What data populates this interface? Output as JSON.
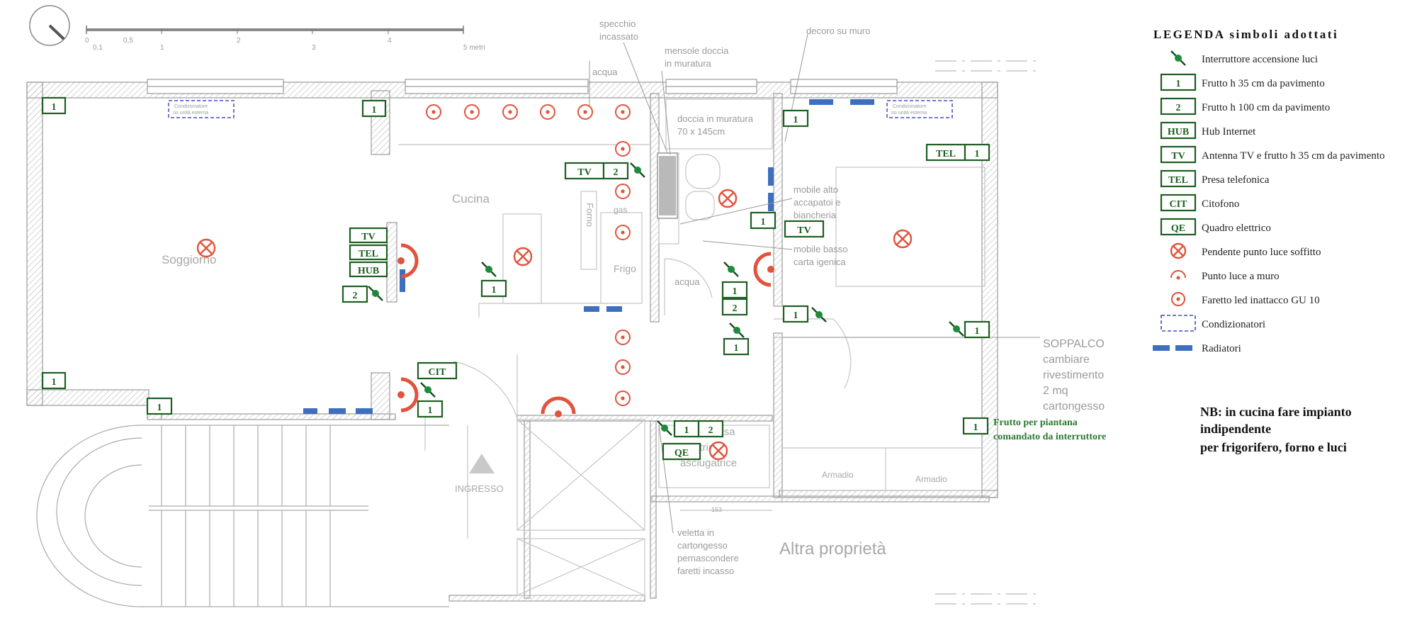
{
  "scale_bar": {
    "ticks": [
      "0",
      "0,1",
      "0,5",
      "1",
      "2",
      "3",
      "4",
      "5 metri"
    ]
  },
  "rooms": {
    "soggiorno": "Soggiorno",
    "cucina": "Cucina",
    "forno": "Forno",
    "frigo": "Frigo",
    "gas": "gas",
    "ingresso": "INGRESSO",
    "altra": "Altra proprietà",
    "armadio_1": "Armadio",
    "armadio_2": "Armadio",
    "disimpegno_1": "disp.sa",
    "disimpegno_2": "lavatrice",
    "disimpegno_3": "asciugatrice",
    "dim_153": "153"
  },
  "notes": {
    "specchio_1": "specchio",
    "specchio_2": "incassato",
    "mensole_1": "mensole doccia",
    "mensole_2": "in muratura",
    "acqua_top": "acqua",
    "acqua_bath": "acqua",
    "decoro": "decoro su muro",
    "doccia_1": "doccia in muratura",
    "doccia_2": "70 x 145cm",
    "mobile_alto_1": "mobile alto",
    "mobile_alto_2": "accapatoi e",
    "mobile_alto_3": "biancheria",
    "mobile_basso_1": "mobile basso",
    "mobile_basso_2": "carta igenica",
    "soppalco_1": "SOPPALCO",
    "soppalco_2": "cambiare",
    "soppalco_3": "rivestimento",
    "soppalco_4": "2 mq",
    "soppalco_5": "cartongesso",
    "veletta_1": "veletta in",
    "veletta_2": "cartongesso",
    "veletta_3": "pernascondere",
    "veletta_4": "faretti incasso",
    "cond_left_1": "Condizionatore",
    "cond_left_2": "no unità esterna",
    "cond_right_1": "Condizionatore",
    "cond_right_2": "no unità esterna",
    "frutto_piantana_1": "Frutto per piantana",
    "frutto_piantana_2": "comandato da interruttore"
  },
  "labels": {
    "soggiorno_1a": "1",
    "soggiorno_1b": "1",
    "soggiorno_1c": "1",
    "soggiorno_1d": "1",
    "tv_1": "TV",
    "tel_1": "TEL",
    "hub_1": "HUB",
    "two_1": "2",
    "cit": "CIT",
    "one_cit": "1",
    "tv_2": "TV",
    "two_2": "2",
    "one_cucina": "1",
    "one_bath_a": "1",
    "two_bath": "2",
    "one_bath_b": "1",
    "one_lav": "1",
    "two_lav": "2",
    "qe": "QE",
    "one_camera_a": "1",
    "one_camera_b": "1",
    "tv_camera": "TV",
    "one_camera_c": "1",
    "tel_camera": "TEL",
    "one_camera_d": "1",
    "one_camera_e": "1",
    "one_piantana": "1"
  },
  "legend": {
    "title": "LEGENDA simboli adottati",
    "items": [
      {
        "symbol": "switch-icon",
        "badge": "",
        "text": "Interruttore accensione luci"
      },
      {
        "symbol": "outlet-box",
        "badge": "1",
        "text": "Frutto h 35 cm da pavimento"
      },
      {
        "symbol": "outlet-box",
        "badge": "2",
        "text": "Frutto h 100 cm da pavimento"
      },
      {
        "symbol": "outlet-box",
        "badge": "HUB",
        "text": "Hub Internet"
      },
      {
        "symbol": "outlet-box",
        "badge": "TV",
        "text": "Antenna TV e frutto h 35 cm da pavimento"
      },
      {
        "symbol": "outlet-box",
        "badge": "TEL",
        "text": "Presa telefonica"
      },
      {
        "symbol": "outlet-box",
        "badge": "CIT",
        "text": "Citofono"
      },
      {
        "symbol": "outlet-box",
        "badge": "QE",
        "text": "Quadro elettrico"
      },
      {
        "symbol": "pendant-light-icon",
        "badge": "",
        "text": "Pendente punto luce soffitto"
      },
      {
        "symbol": "wall-light-icon",
        "badge": "",
        "text": "Punto luce a muro"
      },
      {
        "symbol": "led-spot-icon",
        "badge": "",
        "text": "Faretto led inattacco GU 10"
      },
      {
        "symbol": "ac-dashed-box",
        "badge": "",
        "text": "Condizionatori"
      },
      {
        "symbol": "radiator-bar",
        "badge": "",
        "text": "Radiatori"
      }
    ]
  },
  "nb": {
    "line1": "NB: in cucina fare impianto",
    "line2": "indipendente",
    "line3": "per frigorifero, forno e luci"
  },
  "colors": {
    "wall": "#9b9b9b",
    "line": "#b5b5b5",
    "green": "#1d5e22",
    "switch": "#1f8a3c",
    "red": "#e0533c",
    "blue": "#3e6fbf"
  }
}
